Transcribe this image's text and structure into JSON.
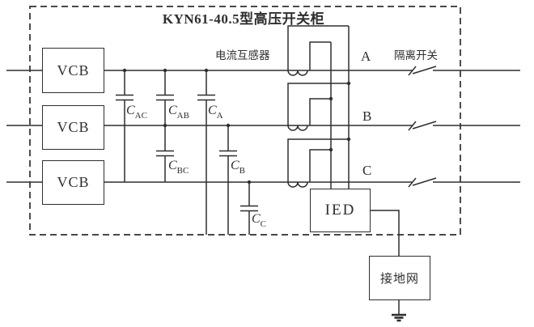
{
  "diagram": {
    "title": "KYN61-40.5型高压开关柜",
    "annotations": {
      "current_transformer": "电流互感器",
      "isolation_switch": "隔离开关"
    },
    "phases": {
      "a": "A",
      "b": "B",
      "c": "C"
    },
    "devices": {
      "breaker": "VCB",
      "ied": "IED",
      "ground_net": "接地网"
    },
    "capacitors": [
      {
        "main": "C",
        "sub": "AC"
      },
      {
        "main": "C",
        "sub": "AB"
      },
      {
        "main": "C",
        "sub": "A"
      },
      {
        "main": "C",
        "sub": "BC"
      },
      {
        "main": "C",
        "sub": "B"
      },
      {
        "main": "C",
        "sub": "C"
      }
    ],
    "colors": {
      "line": "#2e2e2e",
      "background": "#ffffff"
    }
  }
}
